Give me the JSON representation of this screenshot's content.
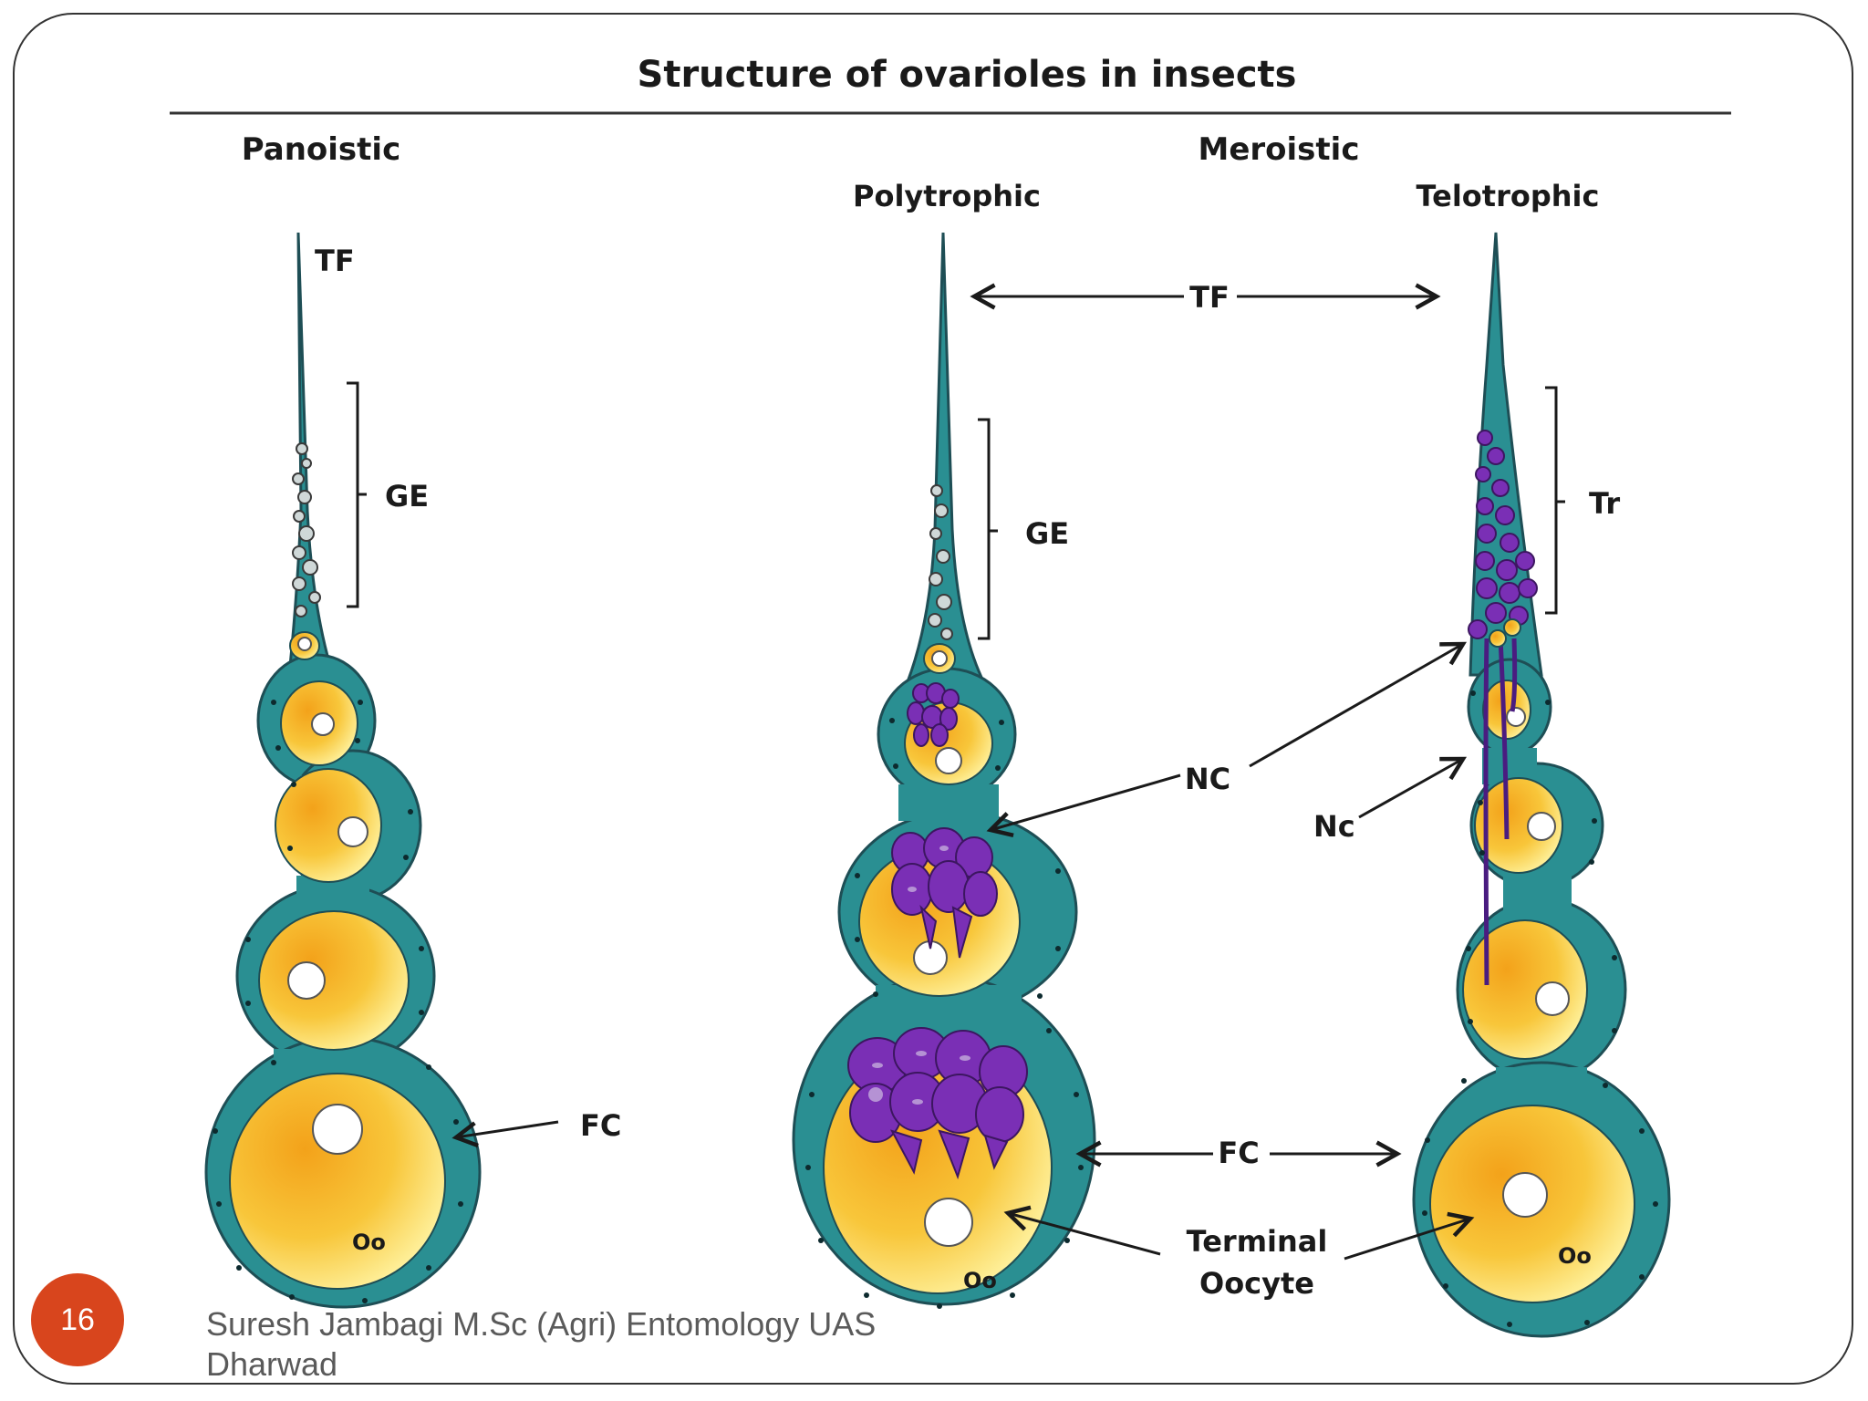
{
  "title": "Structure of ovarioles in insects",
  "types": {
    "panoistic": "Panoistic",
    "meroistic": "Meroistic",
    "polytrophic": "Polytrophic",
    "telotrophic": "Telotrophic"
  },
  "labels": {
    "tf_panoistic": "TF",
    "ge_panoistic": "GE",
    "fc_panoistic": "FC",
    "oo_panoistic": "Oo",
    "tf_shared": "TF",
    "ge_polytrophic": "GE",
    "nc_polytrophic": "NC",
    "oo_polytrophic": "Oo",
    "fc_shared": "FC",
    "terminal_oocyte_line1": "Terminal",
    "terminal_oocyte_line2": "Oocyte",
    "tr_telotrophic": "Tr",
    "nc_telotrophic": "Nc",
    "oo_telotrophic": "Oo"
  },
  "colors": {
    "follicle": "#2a8f92",
    "oocyte_light": "#fff2a0",
    "oocyte_dark": "#f2a51c",
    "nurse_cell": "#7a2fb5",
    "badge": "#d8451d"
  },
  "footer": {
    "page_number": "16",
    "credit": "Suresh Jambagi M.Sc (Agri) Entomology UAS\nDharwad"
  }
}
